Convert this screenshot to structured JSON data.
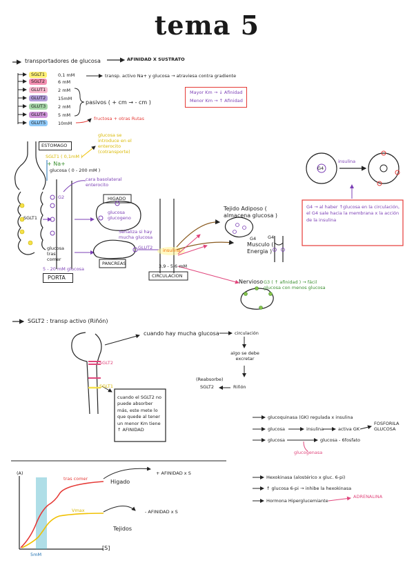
{
  "page": {
    "title": "tema 5"
  },
  "transportadores": {
    "header": "transportadores de glucosa",
    "afinidad": "AFINIDAD X SUSTRATO",
    "items": [
      {
        "name": "SGLT1",
        "km": "0,1 mM",
        "color": "#fff176"
      },
      {
        "name": "SGLT2",
        "km": "6 mM",
        "color": "#f48fb1"
      },
      {
        "name": "GLUT1",
        "km": "2 mM",
        "color": "#f8bbd0"
      },
      {
        "name": "GLUT2",
        "km": "15mM",
        "color": "#b39ddb"
      },
      {
        "name": "GLUT3",
        "km": "2 mM",
        "color": "#a5d6a7"
      },
      {
        "name": "GLUT4",
        "km": "5 mM",
        "color": "#ce93d8"
      },
      {
        "name": "GLUT5",
        "km": "10mM",
        "color": "#90caf9"
      }
    ],
    "sglt_note": "transp. activo Na+ y glucosa → atraviesa contra gradiente",
    "pasivos": "pasivos ( + cm → - cm )",
    "glut5_note": "fructosa + otras Rutas",
    "km_box": {
      "line1": "Mayor Km → ↓ Afinidad",
      "line2": "Menor Km → ↑ Afinidad"
    }
  },
  "digestive": {
    "estomago": "ESTOMAGO",
    "sglt1_label": "SGLT1 ( 0,1mM )",
    "na": "+ Na+",
    "glucosa_range": "glucosa ( 0 - 200 mM )",
    "cara_basolateral": "cara basolateral enterocito",
    "g2": "G2",
    "sglt1_side": "SGLT1",
    "glucosa_tras_comer": "glucosa tras comer",
    "porta_range": "5 - 20 mM glucosa",
    "porta": "PORTA",
    "cotrans_note": "glucosa se introduce en el enterocito (cotransporte)"
  },
  "organs": {
    "higado": "HIGADO",
    "higado_inner": "glucosa glucogeno",
    "senaliza": "Señaliza si hay mucha glucosa",
    "pancreas": "PANCREAS",
    "glut2": "GLUT2",
    "insulina": "insulina",
    "circulacion": "CIRCULACION",
    "circ_range": "3,9 - 5,6 mM",
    "adiposo": "Tejido Adiposo ( almacena glucosa )",
    "g4a": "G4",
    "musculo": "Musculo ( Energia )",
    "g4b": "G4",
    "nervioso": "Nervioso",
    "g3": "G3 ( ↑ afinidad ) → fácil glucosa con menos glucosa"
  },
  "insulin_panel": {
    "insulina": "insulina",
    "g4": "G4",
    "text": "G4 → al haber ↑glucosa en la circulación, el G4 sale hacia la membrana x la acción de la insulina"
  },
  "sglt2": {
    "header": "SGLT2 : transp activo (Riñón)",
    "flow1": "cuando hay mucha glucosa",
    "flow2": "circulación",
    "flow3": "algo se debe excretar",
    "flow4": "(Reabsorbe)",
    "flow5": "SGLT2",
    "flow6": "Riñón",
    "sglt2_tag": "SGLT2",
    "sglt1_tag": "SGLT1",
    "note": "cuando el SGLT2 no puede absorber más, este mete lo que quede al tener un menor Km tiene ↑ AFINIDAD"
  },
  "glucokinase": {
    "l1": "glucoquinasa (GK) regulada x insulina",
    "l2a": "glucosa",
    "l2b": "insulina",
    "l2c": "activa GK",
    "l2d": "FOSFORILA GLUCOSA",
    "l3a": "glucosa",
    "l3b": "glucosa - 6fosfato",
    "l3c": "glucogenasa"
  },
  "hexokinase": {
    "l1": "Hexokinasa (alostérico x gluc. 6-pi)",
    "l2": "↑ glucosa 6-pi → inhibe la hexokinasa",
    "l3a": "Hormona Hiperglucemiante",
    "l3b": "ADRENALINA"
  },
  "graph": {
    "ylabel": "(A)",
    "xlabel": "[S]",
    "tras_comer": "tras comer",
    "higado": "Higado",
    "vmax": "Vmax",
    "tejidos": "Tejidos",
    "mas_afinidad": "+ AFINIDAD x S",
    "menos_afinidad": "- AFINIDAD x S",
    "fivemm": "5mM"
  }
}
